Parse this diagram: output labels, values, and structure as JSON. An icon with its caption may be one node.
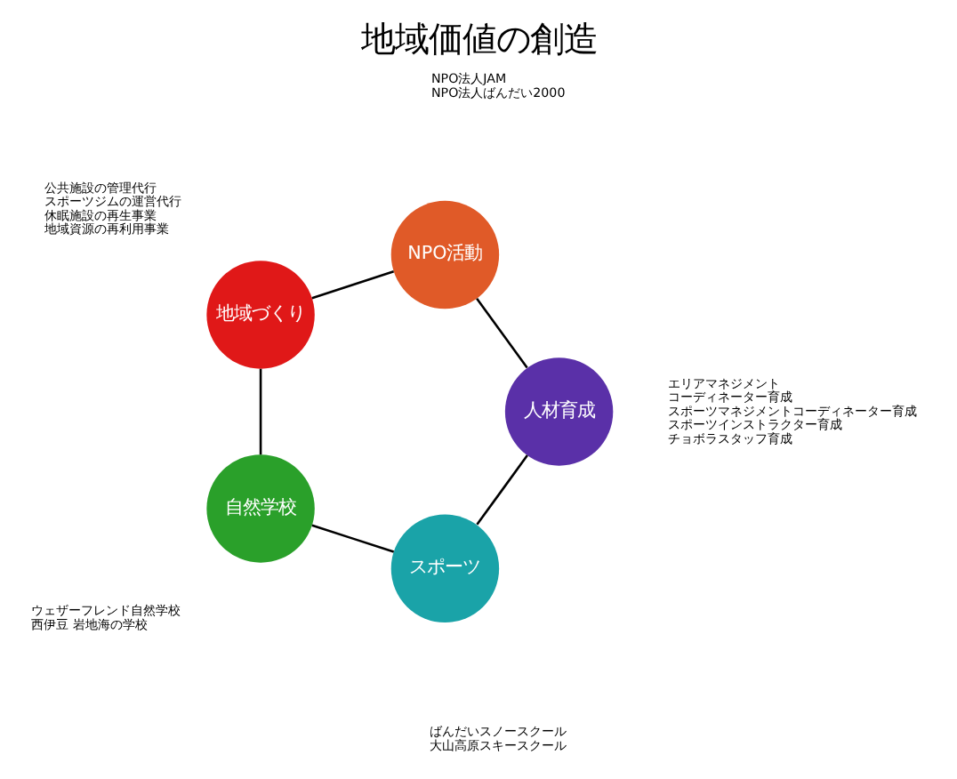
{
  "diagram": {
    "title": "地域価値の創造",
    "nodes": [
      {
        "text": [
          "スポーツ"
        ],
        "beside": [
          "ばんだいスノースクール",
          "大山高原スキースクール"
        ]
      },
      {
        "text": [
          "自然学校"
        ],
        "beside": [
          "ウェザーフレンド自然学校",
          "西伊豆 岩地海の学校"
        ]
      },
      {
        "text": [
          "地域づくり"
        ],
        "beside": [
          "公共施設の管理代行",
          "スポーツジムの運営代行",
          "休眠施設の再生事業",
          "地域資源の再利用事業"
        ]
      },
      {
        "text": [
          "NPO活動"
        ],
        "beside": [
          "NPO法人JAM",
          "NPO法人ばんだい2000"
        ]
      },
      {
        "text": [
          "人材育成"
        ],
        "beside": [
          "エリアマネジメント",
          "コーディネーター育成",
          "スポーツマネジメントコーディネーター育成",
          "スポーツインストラクター育成",
          "チョボラスタッフ育成"
        ]
      }
    ],
    "edges": [
      {
        "from": 0,
        "to": 1,
        "arrow": "none"
      },
      {
        "from": 1,
        "to": 2,
        "arrow": "none"
      },
      {
        "from": 2,
        "to": 3,
        "arrow": "none"
      },
      {
        "from": 3,
        "to": 4,
        "arrow": "none"
      },
      {
        "from": 4,
        "to": 0,
        "arrow": "none"
      }
    ]
  }
}
